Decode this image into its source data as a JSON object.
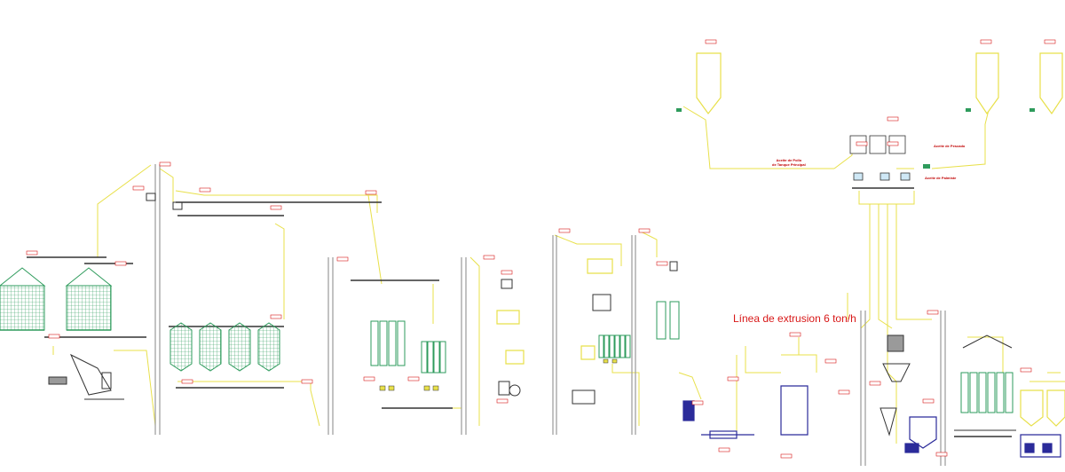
{
  "diagram": {
    "title": "Línea de extrusion 6 ton/h",
    "labels": {
      "oil_main_tank": "Aceite de Pollo\nde Tanque Principal",
      "fish_oil": "Aceite de Pescado",
      "palm_oil": "Aceite de Palmiste"
    },
    "colors": {
      "pipe": "#e8e04a",
      "equipment_green": "#2e9b5c",
      "equipment_blue": "#2b2b9a",
      "equipment_dark": "#333333",
      "tag_red": "#d81818",
      "title_red": "#d81818",
      "grey_elevator": "#9a9a9a"
    }
  }
}
